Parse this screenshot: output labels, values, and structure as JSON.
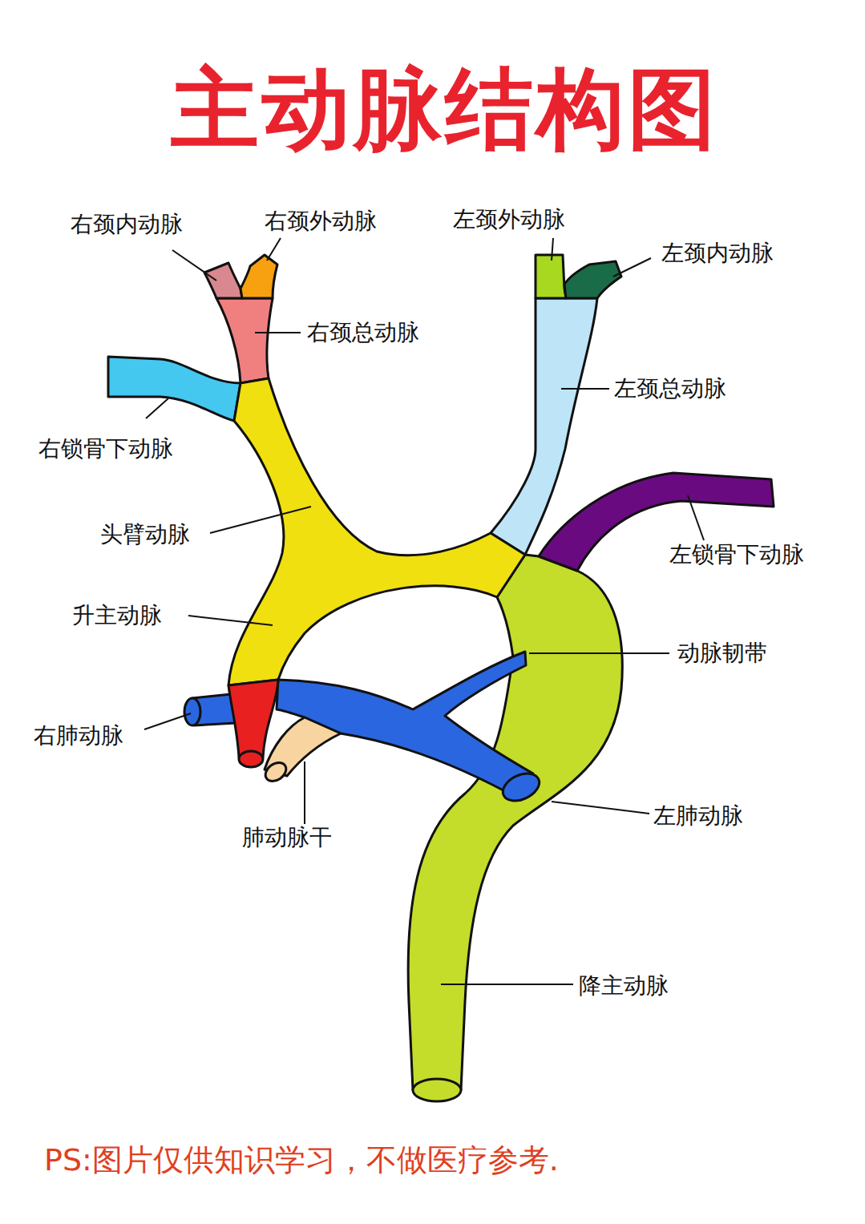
{
  "diagram": {
    "title": "主动脉结构图",
    "caption": "PS:图片仅供知识学习，不做医疗参考.",
    "labels": [
      "右颈内动脉",
      "右颈外动脉",
      "左颈外动脉",
      "左颈内动脉",
      "右颈总动脉",
      "左颈总动脉",
      "右锁骨下动脉",
      "头臂动脉",
      "左锁骨下动脉",
      "升主动脉",
      "动脉韧带",
      "右肺动脉",
      "左肺动脉",
      "肺动脉干",
      "降主动脉"
    ]
  }
}
